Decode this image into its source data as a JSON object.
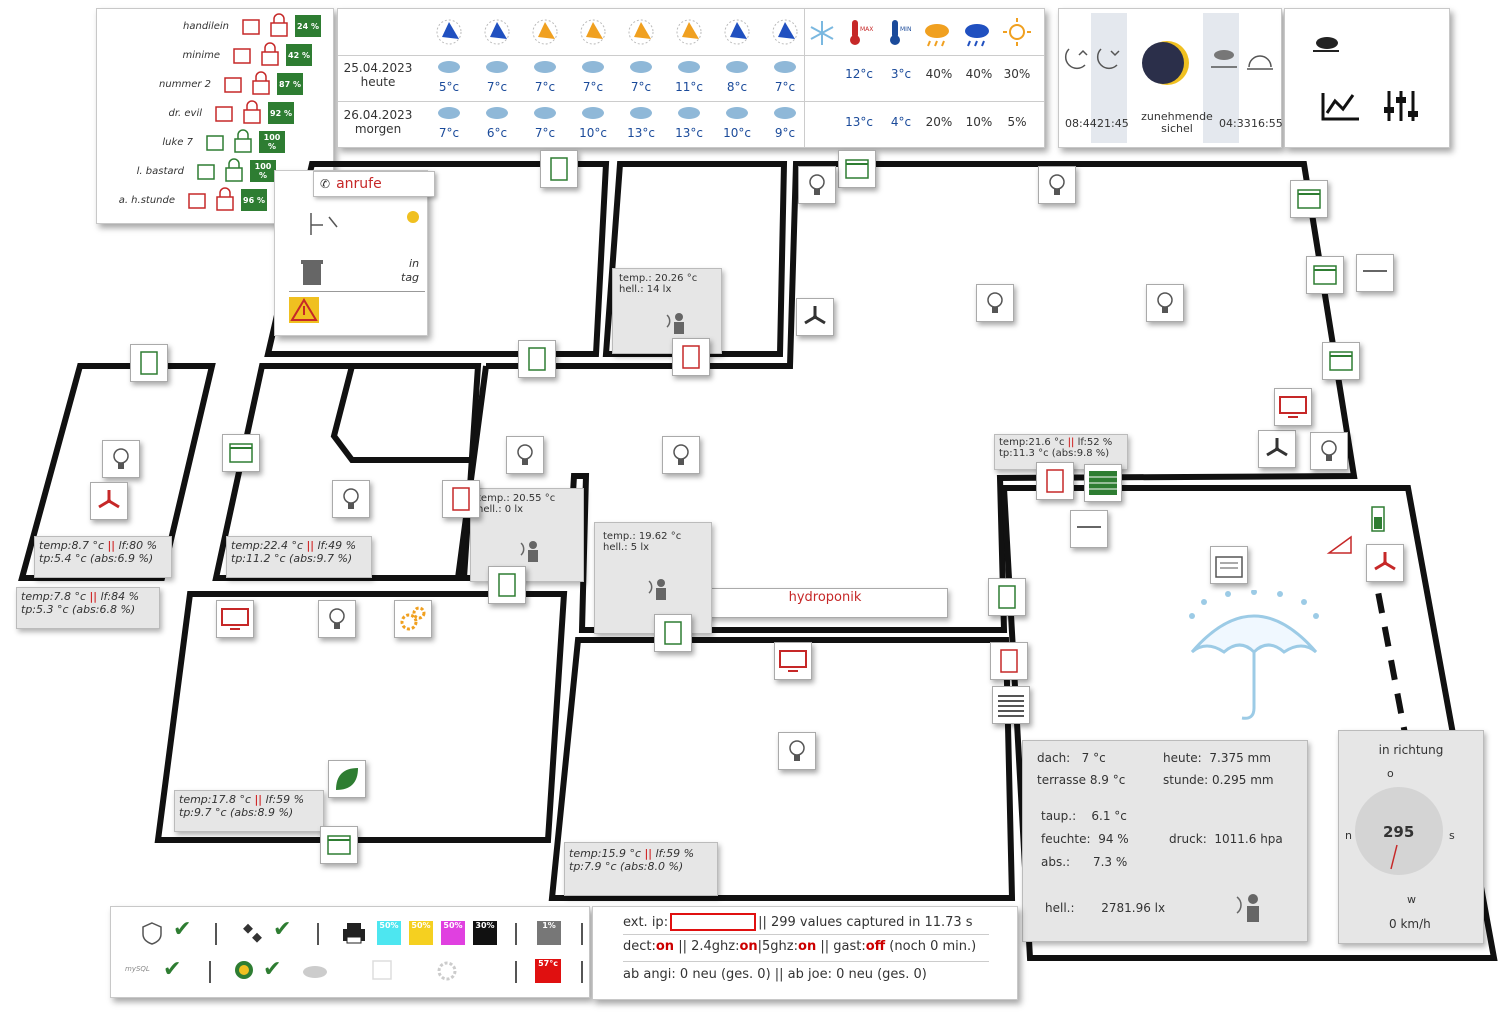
{
  "users": [
    {
      "name": "handilein",
      "pct": "24 %"
    },
    {
      "name": "minime",
      "pct": "42 %"
    },
    {
      "name": "nummer 2",
      "pct": "87 %"
    },
    {
      "name": "dr. evil",
      "pct": "92 %"
    },
    {
      "name": "luke 7",
      "pct": "100 %"
    },
    {
      "name": "l. bastard",
      "pct": "100 %"
    },
    {
      "name": "a. h.stunde",
      "pct": "96 %"
    }
  ],
  "forecast": {
    "today": {
      "date": "25.04.2023",
      "label": "heute",
      "temps": [
        "5°c",
        "7°c",
        "7°c",
        "7°c",
        "7°c",
        "11°c",
        "8°c",
        "7°c"
      ],
      "max": "12°c",
      "min": "3°c",
      "p1": "40%",
      "p2": "40%",
      "p3": "30%"
    },
    "tomorrow": {
      "date": "26.04.2023",
      "label": "morgen",
      "temps": [
        "7°c",
        "6°c",
        "7°c",
        "10°c",
        "13°c",
        "13°c",
        "10°c",
        "9°c"
      ],
      "max": "13°c",
      "min": "4°c",
      "p1": "20%",
      "p2": "10%",
      "p3": "5%"
    }
  },
  "astro": {
    "moonrise": "08:44",
    "moonset": "21:45",
    "phase_line1": "zunehmende",
    "phase_line2": "sichel",
    "sunrise": "04:33",
    "sunset": "16:55"
  },
  "calls": {
    "title": "anrufe",
    "waste_text1": "in",
    "waste_text2": "tag"
  },
  "rooms": {
    "r_left": {
      "line1a": "temp:8.7 °c ",
      "sep": "||",
      "line1b": " lf:80 %",
      "line2": "tp:5.4 °c (abs:6.9 %)"
    },
    "r_outside": {
      "line1a": "temp:7.8 °c ",
      "sep": "||",
      "line1b": " lf:84 %",
      "line2": "tp:5.3 °c (abs:6.8 %)"
    },
    "r_mid": {
      "line1a": "temp:22.4 °c ",
      "sep": "||",
      "line1b": " lf:49 %",
      "line2": "tp:11.2 °c (abs:9.7 %)"
    },
    "r_hall1": {
      "l1": "temp.: 20.26 °c",
      "l2": "hell.:  14 lx"
    },
    "r_hall2": {
      "l1": "temp.: 20.55 °c",
      "l2": "hell.:   0 lx"
    },
    "r_hall3": {
      "l1": "temp.: 19.62 °c",
      "l2": "hell.:   5 lx"
    },
    "r_right": {
      "line1a": "temp:21.6 °c ",
      "sep": "||",
      "line1b": " lf:52 %",
      "line2": "tp:11.3 °c (abs:9.8 %)"
    },
    "r_lowleft": {
      "line1a": "temp:17.8 °c ",
      "sep": "||",
      "line1b": " lf:59 %",
      "line2": "tp:9.7 °c (abs:8.9 %)"
    },
    "r_lowmid": {
      "line1a": "temp:15.9 °c ",
      "sep": "||",
      "line1b": " lf:59 %",
      "line2": "tp:7.9 °c (abs:8.0 %)"
    },
    "hydroponik": "hydroponik"
  },
  "weather": {
    "dach_label": "dach:",
    "dach": "7 °c",
    "terrasse_label": "terrasse",
    "terrasse": "8.9 °c",
    "heute_label": "heute:",
    "heute": "7.375 mm",
    "stunde_label": "stunde:",
    "stunde": "0.295 mm",
    "taup_label": "taup.:",
    "taup": "6.1 °c",
    "feuchte_label": "feuchte:",
    "feuchte": "94 %",
    "druck_label": "druck:",
    "druck": "1011.6 hpa",
    "abs_label": "abs.:",
    "abs": "7.3 %",
    "hell_label": "hell.:",
    "hell": "2781.96 lx"
  },
  "wind": {
    "title": "in richtung",
    "o": "o",
    "n": "n",
    "s": "s",
    "w": "w",
    "deg": "295",
    "speed": "0 km/h"
  },
  "status": {
    "ink": [
      "50%",
      "50%",
      "50%",
      "30%"
    ],
    "load": "1%",
    "cpu_temp": "57°c",
    "ext_ip_label": "ext. ip:",
    "captured": "|| 299 values captured in 11.73 s",
    "dect_label": "dect:",
    "dect": "on",
    "s1": " || 2.4ghz:",
    "g24": "on",
    "s2": "|5ghz:",
    "g5": "on",
    "s3": " || gast:",
    "gast": "off",
    "s4": " (noch 0 min.)",
    "mail": "ab angi: 0 neu (ges. 0) || ab joe: 0 neu (ges. 0)",
    "mysql_label": "mySQL"
  },
  "colors": {
    "green": "#2e7d32",
    "red": "#c62828",
    "blue": "#1a4a9a",
    "orange": "#f0a020"
  }
}
